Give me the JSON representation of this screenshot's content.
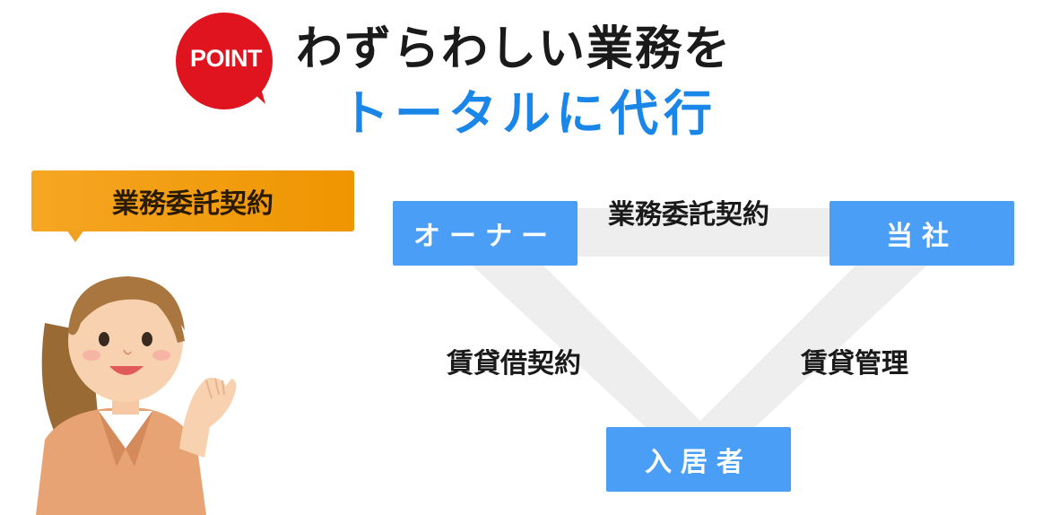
{
  "badge": {
    "label": "POINT",
    "color": "#e0141e"
  },
  "headline": {
    "line1": "わずらわしい業務を",
    "line2": "トータルに代行",
    "line2_color": "#1a86e8"
  },
  "callout": {
    "label": "業務委託契約",
    "color": "#f5a623"
  },
  "diagram": {
    "node_color": "#4a9ef5",
    "nodes": {
      "owner": "オーナー",
      "company": "当社",
      "tenant": "入居者"
    },
    "edges": {
      "owner_company": "業務委託契約",
      "owner_tenant": "賃貸借契約",
      "company_tenant": "賃貸管理"
    }
  }
}
